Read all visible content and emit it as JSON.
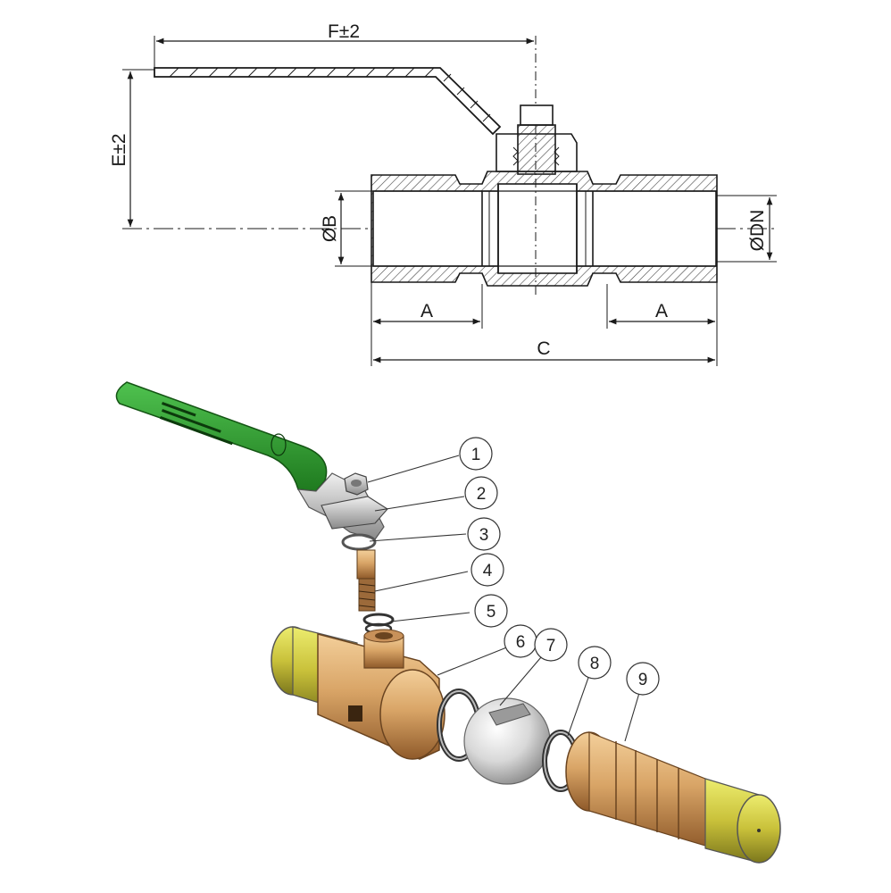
{
  "dimensions": {
    "f": "F±2",
    "e": "E±2",
    "b": "ØB",
    "dn": "ØDN",
    "a_left": "A",
    "a_right": "A",
    "c": "C"
  },
  "parts": [
    "1",
    "2",
    "3",
    "4",
    "5",
    "6",
    "7",
    "8",
    "9"
  ],
  "colors": {
    "handle": "#2f9a2f",
    "brass": "#d9a567",
    "end_cap": "#c9c13a",
    "ball": "#d8d8d8",
    "nut": "#b8b8b8"
  },
  "icons": [
    "ball-valve-section-drawing",
    "ball-valve-exploded-view"
  ]
}
